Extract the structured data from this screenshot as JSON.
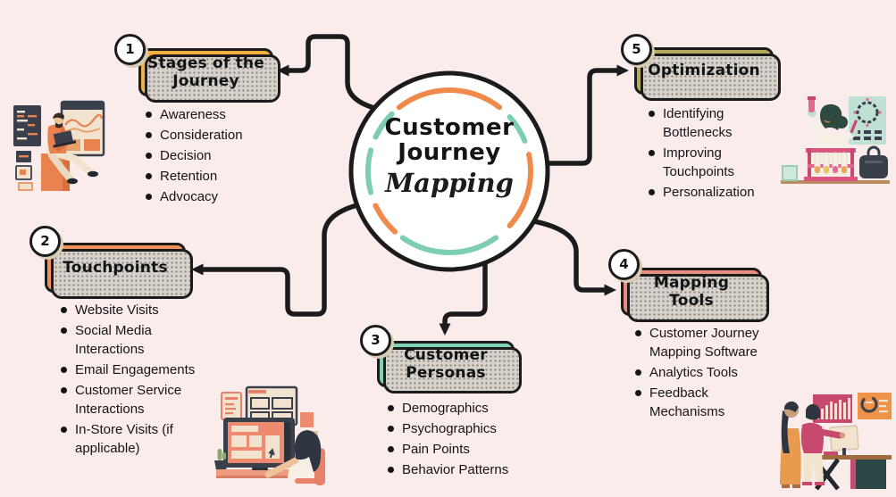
{
  "canvas": {
    "background": "#FBECEC",
    "line_color": "#1B1B1B"
  },
  "center": {
    "title_line1": "Customer",
    "title_line2": "Journey",
    "subtitle": "Mapping",
    "ring_colors": {
      "orange": "#F08A4B",
      "teal": "#7DCDB2"
    }
  },
  "sections": [
    {
      "number": "1",
      "title": "Stages of the Journey",
      "color": "#F2B13F",
      "items": [
        "Awareness",
        "Consideration",
        "Decision",
        "Retention",
        "Advocacy"
      ]
    },
    {
      "number": "2",
      "title": "Touchpoints",
      "color": "#F1915C",
      "items": [
        "Website Visits",
        "Social Media Interactions",
        "Email Engagements",
        "Customer Service Interactions",
        "In-Store Visits (if applicable)"
      ]
    },
    {
      "number": "3",
      "title": "Customer Personas",
      "color": "#7FD3B5",
      "items": [
        "Demographics",
        "Psychographics",
        "Pain Points",
        "Behavior Patterns"
      ]
    },
    {
      "number": "4",
      "title": "Mapping Tools",
      "color": "#E98E7E",
      "items": [
        "Customer Journey Mapping Software",
        "Analytics Tools",
        "Feedback Mechanisms"
      ]
    },
    {
      "number": "5",
      "title": "Optimization",
      "color": "#B2AA5C",
      "items": [
        "Identifying Bottlenecks",
        "Improving Touchpoints",
        "Personalization"
      ]
    }
  ],
  "illustrations": {
    "top_left": "man-analyzing-dashboards",
    "top_right": "scientist-with-test-tubes",
    "bottom_center": "designer-at-computer",
    "bottom_right": "team-reviewing-analytics"
  }
}
